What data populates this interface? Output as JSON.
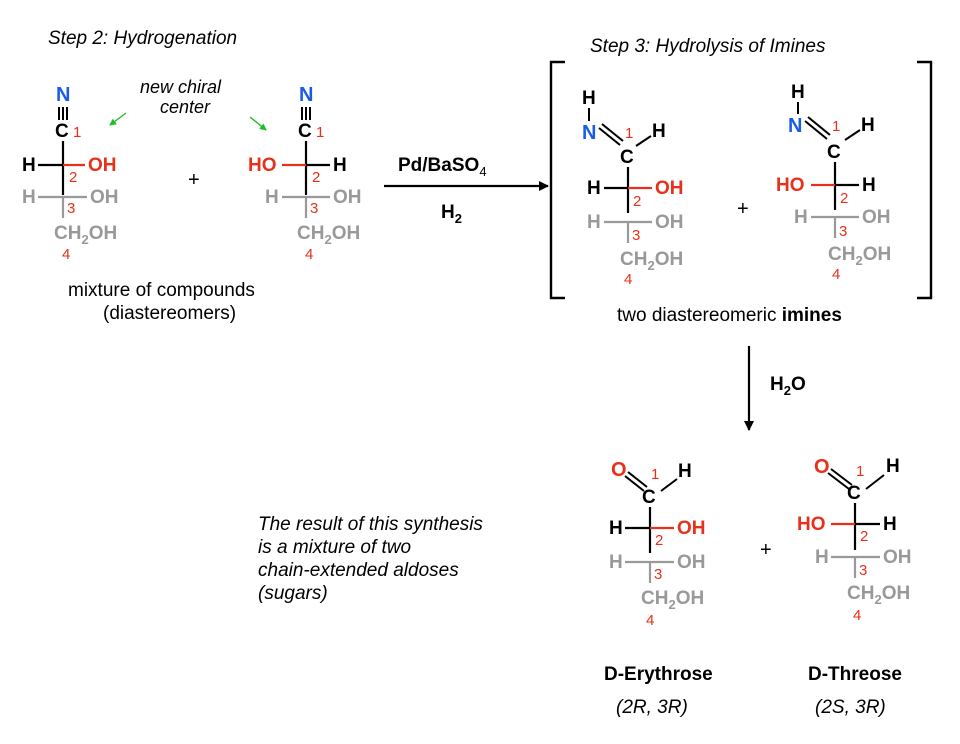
{
  "colors": {
    "black": "#000000",
    "red": "#e8301a",
    "blue": "#1a5ce6",
    "gray": "#999999",
    "green": "#1dbf24"
  },
  "headings": {
    "step2": "Step 2: Hydrogenation",
    "step3": "Step 3: Hydrolysis of Imines"
  },
  "annotations": {
    "new_chiral_line1": "new chiral",
    "new_chiral_line2": "center",
    "mixture_line1": "mixture of compounds",
    "mixture_line2": "(diastereomers)",
    "imines_prefix": "two diastereomeric ",
    "imines_bold": "imines",
    "result_lines": [
      "The result of this synthesis",
      "is a mixture of two",
      "chain-extended aldoses",
      "(sugars)"
    ]
  },
  "reagents": {
    "step2_top_main": "Pd/BaSO",
    "step2_top_sub": "4",
    "step2_bottom_main": "H",
    "step2_bottom_sub": "2",
    "step3_main": "H",
    "step3_sub": "2",
    "step3_tail": "O"
  },
  "plus": "+",
  "atoms": {
    "N": "N",
    "C": "C",
    "H": "H",
    "O": "O",
    "OH": "OH",
    "HO": "HO",
    "CH": "CH",
    "sub2": "2"
  },
  "numbers": {
    "n1": "1",
    "n2": "2",
    "n3": "3",
    "n4": "4"
  },
  "products": {
    "erythrose_name": "D-Erythrose",
    "erythrose_config": "(2R, 3R)",
    "threose_name": "D-Threose",
    "threose_config": "(2S, 3R)"
  }
}
